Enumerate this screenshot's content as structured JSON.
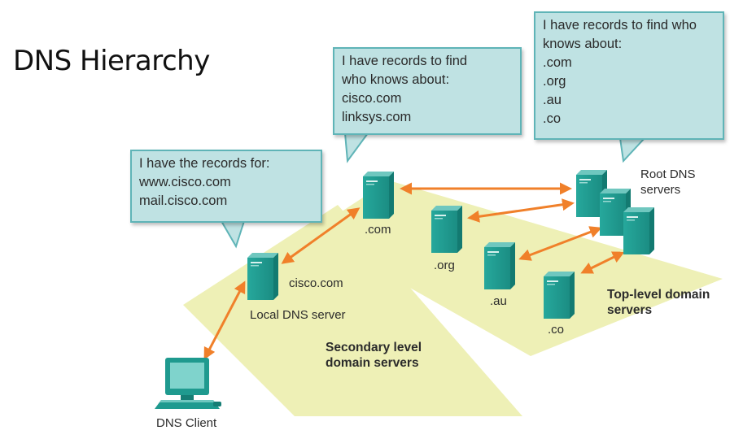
{
  "title": "DNS Hierarchy",
  "callouts": {
    "local": [
      "I have the records for:",
      "www.cisco.com",
      "mail.cisco.com"
    ],
    "tld": [
      "I have records to find",
      "who knows about:",
      "cisco.com",
      "linksys.com"
    ],
    "root": [
      "I have records to find who",
      "knows about:",
      ".com",
      ".org",
      ".au",
      ".co"
    ]
  },
  "labels": {
    "dns_client": "DNS Client",
    "local_server_name": "cisco.com",
    "local_server": "Local DNS server",
    "secondary_level": "Secondary level",
    "domain_servers": "domain servers",
    "com": ".com",
    "org": ".org",
    "au": ".au",
    "co": ".co",
    "root_dns": "Root DNS",
    "servers": "servers",
    "top_level": "Top-level domain",
    "top_level_servers": "servers"
  },
  "colors": {
    "plane": "#eef0b6",
    "server": "#1f9a8f",
    "arrow": "#f0802a",
    "callout_fill": "#bfe2e3",
    "callout_border": "#5fb4b7"
  }
}
